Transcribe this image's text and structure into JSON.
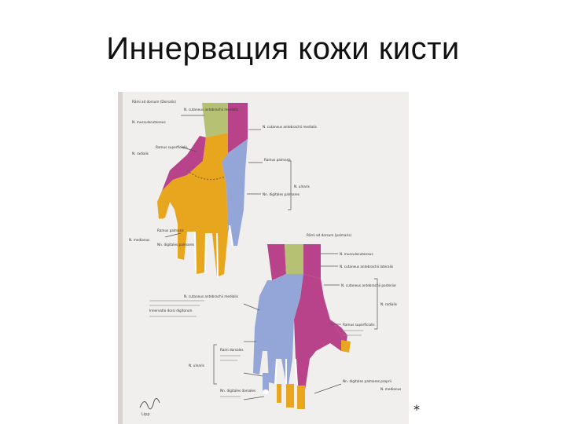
{
  "slide": {
    "title": "Иннервация кожи кисти",
    "footnote": "*"
  },
  "figure": {
    "top_diagram": {
      "heading": "Rāmi ad dorsum (Dorsalis)",
      "labels": {
        "n_cut_antebrachii_medialis": "N. cutaneus antebrachii medialis",
        "n_musculocutaneus": "N. musculocutaneus",
        "n_radialis": "N. radialis",
        "ramus_superficialis": "Ramus superficialis",
        "n_cut_ant_medialis_right": "N. cutaneus antebrachii medialis",
        "ramus_palmaris": "Ramus palmaris",
        "n_ulnaris": "N. ulnaris",
        "nn_digitales_palmares": "Nn. digitales palmares",
        "n_medianus": "N. medianus",
        "ramus_palmaris_med": "Ramus palmaris",
        "nn_digitales_palmares_med": "Nn. digitales palmares"
      }
    },
    "bottom_diagram": {
      "heading": "Rāmi ad dorsum (palmaris)",
      "labels": {
        "n_cut_ant_lateralis": "N. cutaneus antebrachii lateralis",
        "n_musculocutaneus": "N. musculocutaneus",
        "n_cut_ant_posterior": "N. cutaneus antebrachii posterior",
        "n_radialis": "N. radialis",
        "n_cut_ant_medialis": "N. cutaneus antebrachii medialis",
        "note": "Innervatio dorsi digitorum",
        "ramus_superficialis": "Ramus superficialis",
        "rami_dorsales": "Rami dorsales",
        "n_ulnaris": "N. ulnaris",
        "nn_digitales": "Nn. digitales dorsales",
        "n_medianus": "N. medianus",
        "nn_digitales_palmares": "Nn. digitales palmares proprii"
      }
    },
    "signature": "Lipp",
    "colors": {
      "medianus": "#e8a51e",
      "ulnaris": "#94a6d8",
      "radialis": "#b8438a",
      "musculocutaneus": "#b6c173",
      "medialis": "#a9bfe6",
      "paper": "#f1efed"
    }
  }
}
